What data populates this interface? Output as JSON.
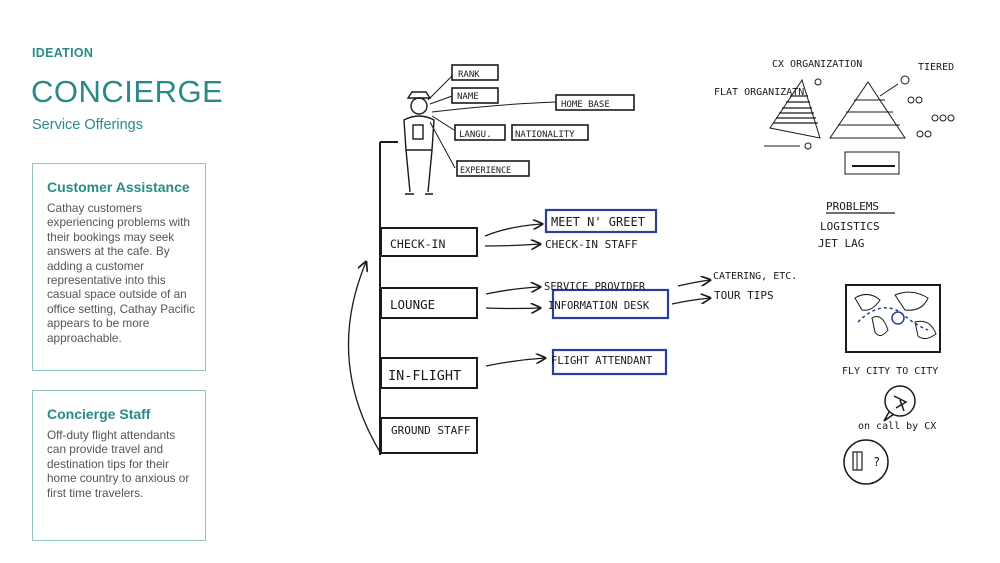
{
  "header": {
    "eyebrow": "IDEATION",
    "title": "CONCIERGE",
    "subtitle": "Service Offerings"
  },
  "cards": [
    {
      "title": "Customer Assistance",
      "body": "Cathay customers experiencing problems with their bookings may seek answers at the cafe. By adding a customer representative into this casual space outside of an office setting, Cathay Pacific appears to be more approachable."
    },
    {
      "title": "Concierge Staff",
      "body": "Off-duty flight attendants can provide travel and destination tips for their home country to anxious or first time travelers."
    }
  ],
  "sketch": {
    "attributes": [
      "RANK",
      "NAME",
      "HOME BASE",
      "LANGU.",
      "NATIONALITY",
      "EXPERIENCE"
    ],
    "stages": [
      "CHECK-IN",
      "LOUNGE",
      "IN-FLIGHT",
      "GROUND STAFF"
    ],
    "services": {
      "meet_greet": "MEET N' GREET",
      "check_in_staff": "CHECK-IN STAFF",
      "service_provider": "SERVICE PROVIDER",
      "information_desk": "INFORMATION DESK",
      "catering": "CATERING, ETC.",
      "tour_tips": "TOUR TIPS",
      "flight_attendant": "FLIGHT ATTENDANT"
    },
    "org": {
      "heading": "CX ORGANIZATION",
      "flat": "FLAT ORGANIZATN",
      "tiered": "TIERED"
    },
    "problems": {
      "heading": "PROBLEMS",
      "items": [
        "LOGISTICS",
        "JET LAG"
      ]
    },
    "map_caption": "FLY CITY TO CITY",
    "on_call": "on call by CX",
    "colors": {
      "teal": "#2a8a87",
      "ink": "#1a1a1a",
      "blue": "#2b3f9a"
    }
  }
}
